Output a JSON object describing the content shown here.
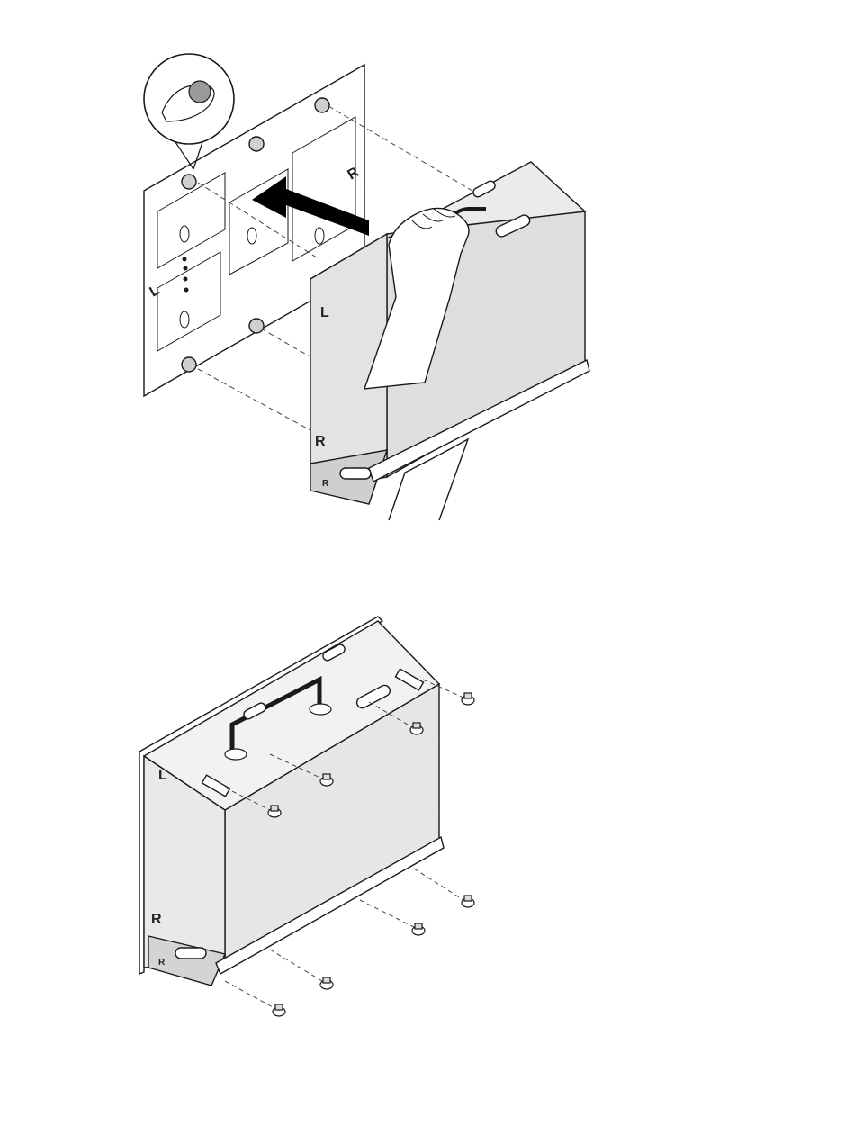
{
  "colors": {
    "line": "#1a1a1a",
    "shade": "#dcdcdc",
    "shade_dark": "#bdbdbd",
    "arrow": "#000000",
    "background": "#ffffff"
  },
  "top": {
    "plate_markings": {
      "left_label": "L",
      "right_label": "R"
    },
    "enclosure_markings": {
      "left_label": "L",
      "right_label": "R",
      "small_right": "R"
    },
    "icons": [
      "callout-magnifier-icon",
      "push-direction-arrow-icon",
      "hand-icon"
    ]
  },
  "bottom": {
    "enclosure_markings": {
      "left_label": "L",
      "right_label": "R",
      "small_right": "R"
    },
    "screw_count": 8
  }
}
